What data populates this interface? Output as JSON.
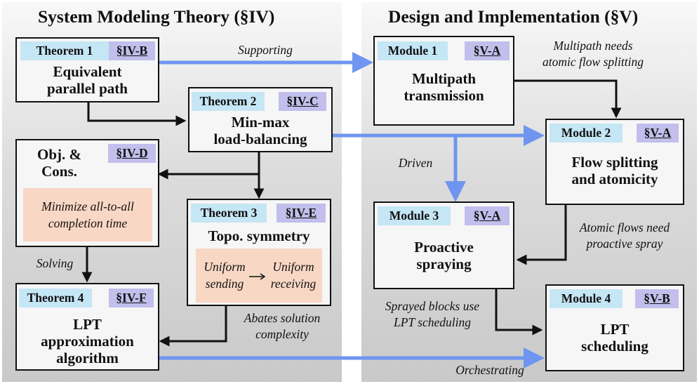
{
  "panels": {
    "left_title": "System Modeling Theory (§IV)",
    "right_title": "Design and Implementation (§V)"
  },
  "theorem1": {
    "name": "Theorem 1",
    "section": "§IV-B",
    "title": [
      "Equivalent",
      "parallel path"
    ]
  },
  "theorem2": {
    "name": "Theorem 2",
    "section": "§IV-C",
    "title": [
      "Min-max",
      "load-balancing"
    ]
  },
  "objcons": {
    "section": "§IV-D",
    "title": [
      "Obj. &",
      "Cons."
    ],
    "inner": [
      "Minimize all-to-all",
      "completion time"
    ]
  },
  "theorem3": {
    "name": "Theorem 3",
    "section": "§IV-E",
    "title": "Topo. symmetry",
    "inner_left": [
      "Uniform",
      "sending"
    ],
    "inner_right": [
      "Uniform",
      "receiving"
    ]
  },
  "theorem4": {
    "name": "Theorem 4",
    "section": "§IV-F",
    "title": [
      "LPT",
      "approximation",
      "algorithm"
    ]
  },
  "module1": {
    "name": "Module 1",
    "section": "§V-A",
    "title": [
      "Multipath",
      "transmission"
    ]
  },
  "module2": {
    "name": "Module 2",
    "section": "§V-A",
    "title": [
      "Flow splitting",
      "and atomicity"
    ]
  },
  "module3": {
    "name": "Module 3",
    "section": "§V-A",
    "title": [
      "Proactive",
      "spraying"
    ]
  },
  "module4": {
    "name": "Module 4",
    "section": "§V-B",
    "title": [
      "LPT",
      "scheduling"
    ]
  },
  "labels": {
    "supporting": "Supporting",
    "multipath_needs": [
      "Multipath needs",
      "atomic flow splitting"
    ],
    "driven": "Driven",
    "solving": "Solving",
    "atomic_flows": [
      "Atomic flows need",
      "proactive spray"
    ],
    "abates": [
      "Abates solution",
      "complexity"
    ],
    "sprayed_blocks": [
      "Sprayed blocks use",
      "LPT scheduling"
    ],
    "orchestrating": "Orchestrating"
  },
  "colors": {
    "blue_arrow": "#6f95f0",
    "black_arrow": "#111111",
    "tag_name": "#c5e6f5",
    "tag_section": "#c2bfec",
    "inner_box": "#f8d7c4"
  }
}
